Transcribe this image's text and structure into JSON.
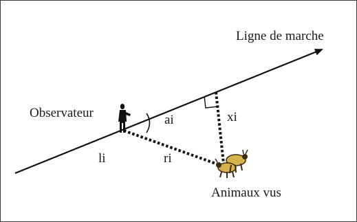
{
  "diagram": {
    "labels": {
      "walk_line": "Ligne de marche",
      "observer": "Observateur",
      "angle": "ai",
      "perpendicular": "xi",
      "along_line": "li",
      "radial": "ri",
      "animals": "Animaux vus"
    },
    "colors": {
      "line": "#111111",
      "animal_fill": "#d6b24a",
      "animal_dark": "#3b2a10"
    },
    "icons": [
      "observer-silhouette-icon",
      "animals-icon",
      "right-angle-marker"
    ]
  }
}
